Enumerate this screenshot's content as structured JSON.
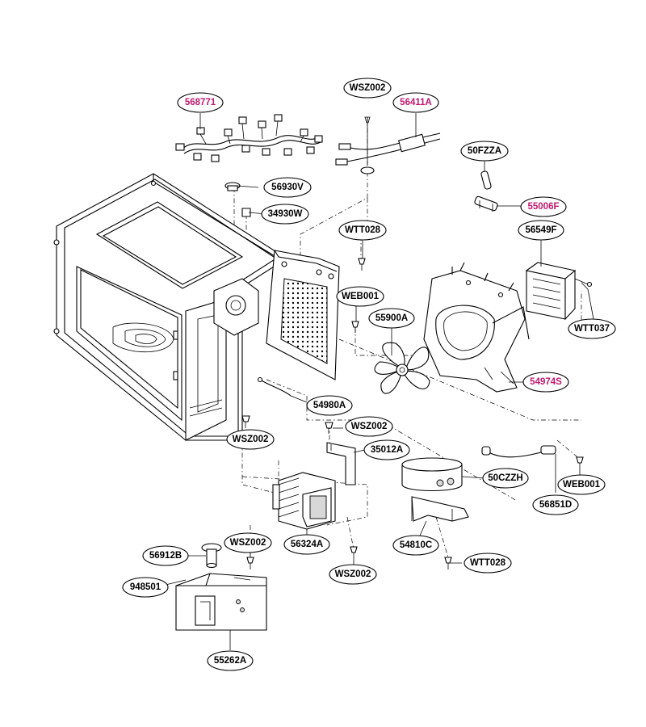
{
  "parts": [
    {
      "id": "p568771",
      "code": "568771",
      "color": "#c2186f"
    },
    {
      "id": "pWSZ002a",
      "code": "WSZ002",
      "color": "#000000"
    },
    {
      "id": "p56411A",
      "code": "56411A",
      "color": "#c2186f"
    },
    {
      "id": "p56930V",
      "code": "56930V",
      "color": "#000000"
    },
    {
      "id": "p34930W",
      "code": "34930W",
      "color": "#000000"
    },
    {
      "id": "p50FZZA",
      "code": "50FZZA",
      "color": "#000000"
    },
    {
      "id": "p55006F",
      "code": "55006F",
      "color": "#c2186f"
    },
    {
      "id": "pWTT028a",
      "code": "WTT028",
      "color": "#000000"
    },
    {
      "id": "p56549F",
      "code": "56549F",
      "color": "#000000"
    },
    {
      "id": "pWEB001a",
      "code": "WEB001",
      "color": "#000000"
    },
    {
      "id": "p55900A",
      "code": "55900A",
      "color": "#000000"
    },
    {
      "id": "pWTT037",
      "code": "WTT037",
      "color": "#000000"
    },
    {
      "id": "p54974S",
      "code": "54974S",
      "color": "#c2186f"
    },
    {
      "id": "p54980A",
      "code": "54980A",
      "color": "#000000"
    },
    {
      "id": "pWSZ002b",
      "code": "WSZ002",
      "color": "#000000"
    },
    {
      "id": "pWSZ002c",
      "code": "WSZ002",
      "color": "#000000"
    },
    {
      "id": "p35012A",
      "code": "35012A",
      "color": "#000000"
    },
    {
      "id": "p50CZZH",
      "code": "50CZZH",
      "color": "#000000"
    },
    {
      "id": "pWEB001b",
      "code": "WEB001",
      "color": "#000000"
    },
    {
      "id": "p56851D",
      "code": "56851D",
      "color": "#000000"
    },
    {
      "id": "p56324A",
      "code": "56324A",
      "color": "#000000"
    },
    {
      "id": "p54810C",
      "code": "54810C",
      "color": "#000000"
    },
    {
      "id": "p56912B",
      "code": "56912B",
      "color": "#000000"
    },
    {
      "id": "pWSZ002d",
      "code": "WSZ002",
      "color": "#000000"
    },
    {
      "id": "pWTT028b",
      "code": "WTT028",
      "color": "#000000"
    },
    {
      "id": "p948501",
      "code": "948501",
      "color": "#000000"
    },
    {
      "id": "pWSZ002e",
      "code": "WSZ002",
      "color": "#000000"
    },
    {
      "id": "p55262A",
      "code": "55262A",
      "color": "#000000"
    }
  ]
}
